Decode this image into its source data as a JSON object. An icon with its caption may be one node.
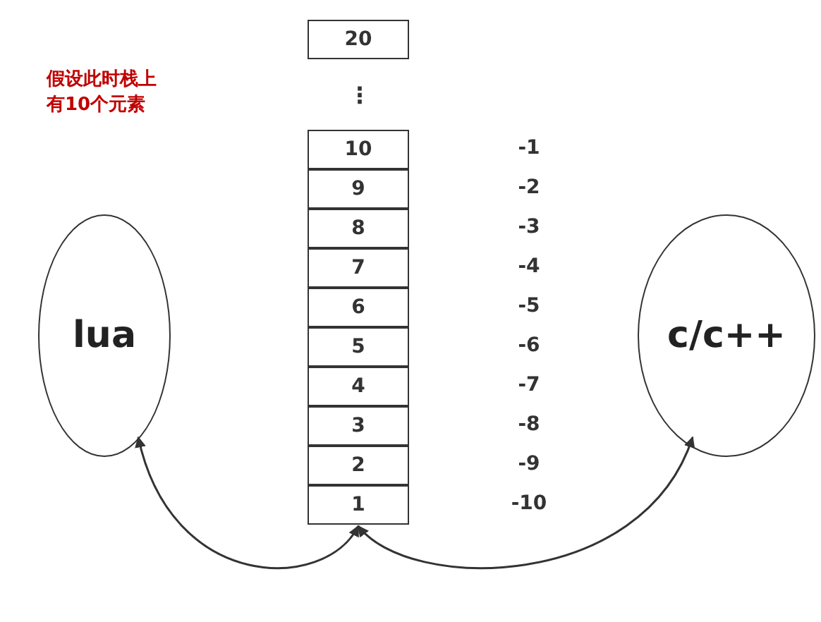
{
  "diagram": {
    "nodes": [
      {
        "text": [
          "20"
        ]
      },
      {
        "text": [
          "10"
        ]
      },
      {
        "text": [
          "9"
        ]
      },
      {
        "text": [
          "8"
        ]
      },
      {
        "text": [
          "7"
        ]
      },
      {
        "text": [
          "6"
        ]
      },
      {
        "text": [
          "5"
        ]
      },
      {
        "text": [
          "4"
        ]
      },
      {
        "text": [
          "3"
        ]
      },
      {
        "text": [
          "2"
        ]
      },
      {
        "text": [
          "1"
        ]
      },
      {
        "text": [
          "lua"
        ]
      },
      {
        "text": [
          "c/c++"
        ]
      }
    ],
    "edges": [
      {
        "from": 11,
        "to": 10,
        "arrow": "both"
      },
      {
        "from": 10,
        "to": 12,
        "arrow": "both"
      }
    ],
    "labels": [
      "假设此时栈上有10个元素",
      "⋮",
      "-1",
      "-2",
      "-3",
      "-4",
      "-5",
      "-6",
      "-7",
      "-8",
      "-9",
      "-10"
    ]
  }
}
